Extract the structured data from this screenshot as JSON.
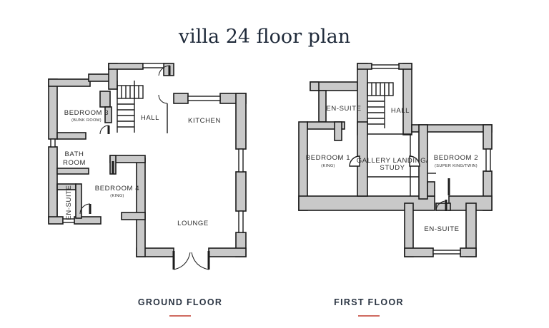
{
  "title": "villa 24 floor plan",
  "accent_color": "#c0392b",
  "wall_color": "#c9c9c9",
  "ground_floor": {
    "label": "GROUND FLOOR",
    "rooms": {
      "bedroom3": "BEDROOM 3",
      "bedroom3_sub": "(BUNK ROOM)",
      "hall": "HALL",
      "kitchen": "KITCHEN",
      "bath": "BATH",
      "room": "ROOM",
      "bedroom4": "BEDROOM 4",
      "bedroom4_sub": "(KING)",
      "ensuite": "EN-SUITE",
      "lounge": "LOUNGE"
    }
  },
  "first_floor": {
    "label": "FIRST FLOOR",
    "rooms": {
      "ensuite_top": "EN-SUITE",
      "hall": "HALL",
      "bedroom1": "BEDROOM 1",
      "bedroom1_sub": "(KING)",
      "gallery1": "GALLERY LANDING/",
      "gallery2": "STUDY",
      "bedroom2": "BEDROOM 2",
      "bedroom2_sub": "(SUPER KING/TWIN)",
      "ensuite_bottom": "EN-SUITE"
    }
  }
}
